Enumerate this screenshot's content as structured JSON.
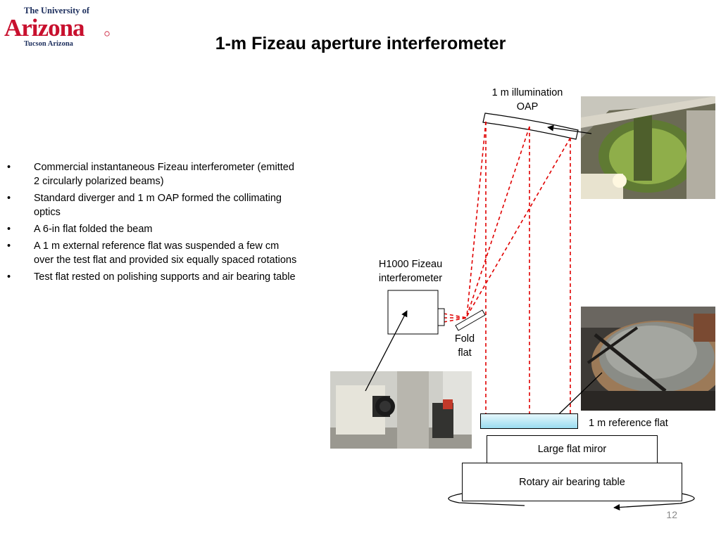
{
  "logo": {
    "line1": "The University of",
    "line2": "Arizona",
    "line3": "Tucson Arizona",
    "brand_color": "#c8102e",
    "navy_color": "#1b2d5c"
  },
  "slide": {
    "title": "1-m Fizeau aperture interferometer",
    "page_number": "12"
  },
  "bullets": [
    "Commercial instantaneous Fizeau interferometer (emitted 2 circularly polarized beams)",
    "Standard diverger and 1 m OAP formed the collimating optics",
    "A 6-in flat folded the beam",
    "A 1 m external reference flat was suspended a few cm over the test flat and provided six equally spaced rotations",
    "Test flat rested on polishing supports and air bearing table"
  ],
  "diagram": {
    "oap_label_line1": "1 m illumination",
    "oap_label_line2": "OAP",
    "interferometer_label_line1": "H1000 Fizeau",
    "interferometer_label_line2": "interferometer",
    "fold_label_line1": "Fold",
    "fold_label_line2": "flat",
    "reference_flat_label": "1 m reference flat",
    "large_flat_label": "Large flat miror",
    "air_table_label": "Rotary air bearing table",
    "beam_color": "#e00000",
    "reference_flat_color": "#9adcf0"
  }
}
